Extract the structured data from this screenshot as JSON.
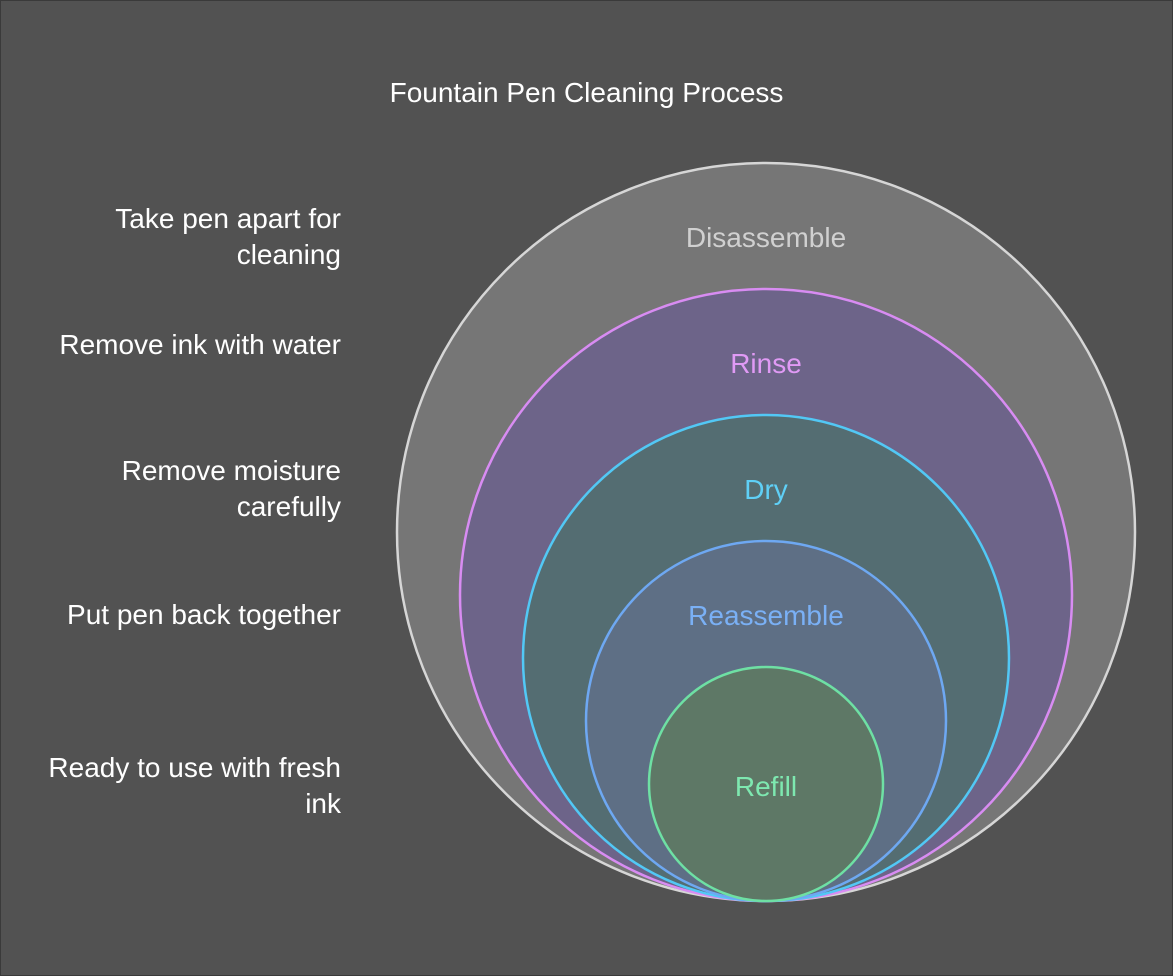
{
  "title": "Fountain Pen Cleaning Process",
  "stages": [
    {
      "name": "Disassemble",
      "description": "Take pen apart for cleaning",
      "stroke": "#d6d6d6",
      "fill": "#767676",
      "label_color": "#d0d0d0"
    },
    {
      "name": "Rinse",
      "description": "Remove ink with water",
      "stroke": "#d88cf2",
      "fill": "#6d6489",
      "label_color": "#e09af5"
    },
    {
      "name": "Dry",
      "description": "Remove moisture carefully",
      "stroke": "#52c8f5",
      "fill": "#546d72",
      "label_color": "#5fd0f7"
    },
    {
      "name": "Reassemble",
      "description": "Put pen back together",
      "stroke": "#6ea8f2",
      "fill": "#5e6f85",
      "label_color": "#7ab0f5"
    },
    {
      "name": "Refill",
      "description": "Ready to use with fresh ink",
      "stroke": "#6ee0a4",
      "fill": "#5e7866",
      "label_color": "#7ee8b0"
    }
  ],
  "colors": {
    "background": "#525252",
    "text": "#ffffff"
  }
}
